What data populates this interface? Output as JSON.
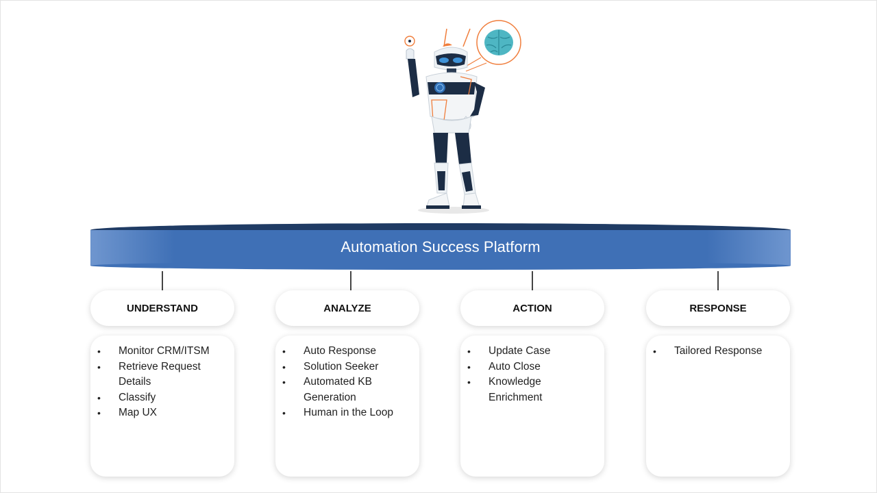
{
  "platform": {
    "title": "Automation Success Platform"
  },
  "pillars": [
    {
      "title": "UNDERSTAND",
      "items": [
        "Monitor CRM/ITSM",
        "Retrieve Request Details",
        "Classify",
        "Map UX"
      ]
    },
    {
      "title": "ANALYZE",
      "items": [
        "Auto Response",
        "Solution Seeker",
        "Automated KB Generation",
        "Human in the Loop"
      ]
    },
    {
      "title": "ACTION",
      "items": [
        "Update Case",
        "Auto Close",
        "Knowledge Enrichment"
      ]
    },
    {
      "title": "RESPONSE",
      "items": [
        "Tailored Response"
      ]
    }
  ],
  "colors": {
    "platform_blue": "#3d6fb6",
    "platform_top": "#1f3b64",
    "robot_dark": "#1c2d45",
    "accent_orange": "#f07d3b",
    "brain_teal": "#4eb6c3"
  }
}
